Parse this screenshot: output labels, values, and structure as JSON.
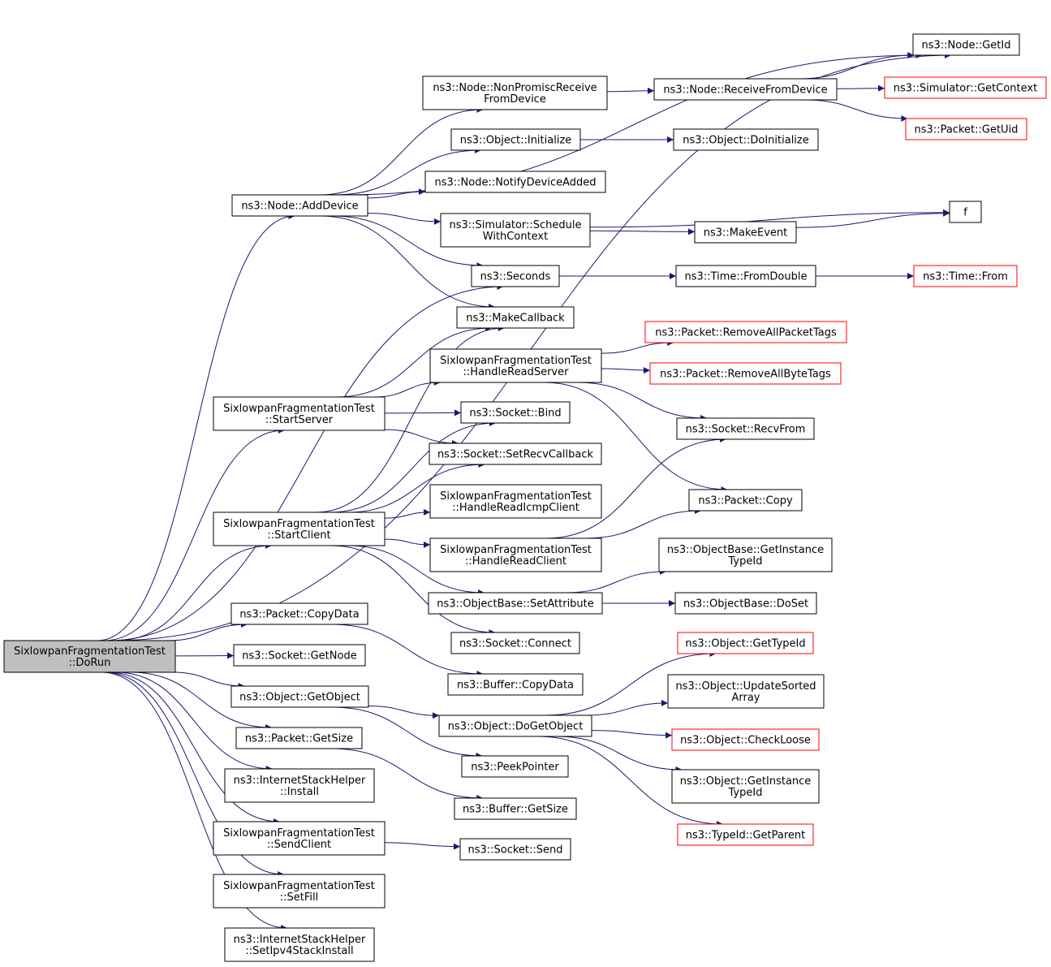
{
  "colors": {
    "edge": "#191970",
    "root_fill": "#bfbfbf",
    "box_border": "#000000",
    "truncated_border": "#ff0000",
    "box_fill": "#ffffff",
    "text": "#000000"
  },
  "nodes": {
    "doRun": {
      "lines": [
        "SixlowpanFragmentationTest",
        "::DoRun"
      ],
      "kind": "root"
    },
    "addDevice": {
      "lines": [
        "ns3::Node::AddDevice"
      ],
      "kind": "normal"
    },
    "getId": {
      "lines": [
        "ns3::Node::GetId"
      ],
      "kind": "normal"
    },
    "nonPromisc": {
      "lines": [
        "ns3::Node::NonPromiscReceive",
        "FromDevice"
      ],
      "kind": "normal"
    },
    "receiveFromDevice": {
      "lines": [
        "ns3::Node::ReceiveFromDevice"
      ],
      "kind": "normal"
    },
    "getContext": {
      "lines": [
        "ns3::Simulator::GetContext"
      ],
      "kind": "truncated"
    },
    "getUid": {
      "lines": [
        "ns3::Packet::GetUid"
      ],
      "kind": "truncated"
    },
    "objInitialize": {
      "lines": [
        "ns3::Object::Initialize"
      ],
      "kind": "normal"
    },
    "objDoInitialize": {
      "lines": [
        "ns3::Object::DoInitialize"
      ],
      "kind": "normal"
    },
    "notifyDeviceAdded": {
      "lines": [
        "ns3::Node::NotifyDeviceAdded"
      ],
      "kind": "normal"
    },
    "scheduleWithContext": {
      "lines": [
        "ns3::Simulator::Schedule",
        "WithContext"
      ],
      "kind": "normal"
    },
    "f": {
      "lines": [
        "f"
      ],
      "kind": "normal"
    },
    "makeEvent": {
      "lines": [
        "ns3::MakeEvent"
      ],
      "kind": "normal"
    },
    "seconds": {
      "lines": [
        "ns3::Seconds"
      ],
      "kind": "normal"
    },
    "fromDouble": {
      "lines": [
        "ns3::Time::FromDouble"
      ],
      "kind": "normal"
    },
    "timeFrom": {
      "lines": [
        "ns3::Time::From"
      ],
      "kind": "truncated"
    },
    "makeCallback": {
      "lines": [
        "ns3::MakeCallback"
      ],
      "kind": "normal"
    },
    "removeAllPacketTags": {
      "lines": [
        "ns3::Packet::RemoveAllPacketTags"
      ],
      "kind": "truncated"
    },
    "handleReadServer": {
      "lines": [
        "SixlowpanFragmentationTest",
        "::HandleReadServer"
      ],
      "kind": "normal"
    },
    "removeAllByteTags": {
      "lines": [
        "ns3::Packet::RemoveAllByteTags"
      ],
      "kind": "truncated"
    },
    "startServer": {
      "lines": [
        "SixlowpanFragmentationTest",
        "::StartServer"
      ],
      "kind": "normal"
    },
    "socketBind": {
      "lines": [
        "ns3::Socket::Bind"
      ],
      "kind": "normal"
    },
    "recvFrom": {
      "lines": [
        "ns3::Socket::RecvFrom"
      ],
      "kind": "normal"
    },
    "setRecvCallback": {
      "lines": [
        "ns3::Socket::SetRecvCallback"
      ],
      "kind": "normal"
    },
    "handleReadIcmpClient": {
      "lines": [
        "SixlowpanFragmentationTest",
        "::HandleReadIcmpClient"
      ],
      "kind": "normal"
    },
    "packetCopy": {
      "lines": [
        "ns3::Packet::Copy"
      ],
      "kind": "normal"
    },
    "startClient": {
      "lines": [
        "SixlowpanFragmentationTest",
        "::StartClient"
      ],
      "kind": "normal"
    },
    "handleReadClient": {
      "lines": [
        "SixlowpanFragmentationTest",
        "::HandleReadClient"
      ],
      "kind": "normal"
    },
    "objBaseGetInstanceTypeId": {
      "lines": [
        "ns3::ObjectBase::GetInstance",
        "TypeId"
      ],
      "kind": "normal"
    },
    "setAttribute": {
      "lines": [
        "ns3::ObjectBase::SetAttribute"
      ],
      "kind": "normal"
    },
    "doSet": {
      "lines": [
        "ns3::ObjectBase::DoSet"
      ],
      "kind": "normal"
    },
    "packetCopyData": {
      "lines": [
        "ns3::Packet::CopyData"
      ],
      "kind": "normal"
    },
    "socketConnect": {
      "lines": [
        "ns3::Socket::Connect"
      ],
      "kind": "normal"
    },
    "socketGetNode": {
      "lines": [
        "ns3::Socket::GetNode"
      ],
      "kind": "normal"
    },
    "objGetTypeId": {
      "lines": [
        "ns3::Object::GetTypeId"
      ],
      "kind": "truncated"
    },
    "bufferCopyData": {
      "lines": [
        "ns3::Buffer::CopyData"
      ],
      "kind": "normal"
    },
    "updateSortedArray": {
      "lines": [
        "ns3::Object::UpdateSorted",
        "Array"
      ],
      "kind": "normal"
    },
    "getObject": {
      "lines": [
        "ns3::Object::GetObject"
      ],
      "kind": "normal"
    },
    "doGetObject": {
      "lines": [
        "ns3::Object::DoGetObject"
      ],
      "kind": "normal"
    },
    "packetGetSize": {
      "lines": [
        "ns3::Packet::GetSize"
      ],
      "kind": "normal"
    },
    "checkLoose": {
      "lines": [
        "ns3::Object::CheckLoose"
      ],
      "kind": "truncated"
    },
    "peekPointer": {
      "lines": [
        "ns3::PeekPointer"
      ],
      "kind": "normal"
    },
    "objGetInstanceTypeId": {
      "lines": [
        "ns3::Object::GetInstance",
        "TypeId"
      ],
      "kind": "normal"
    },
    "install": {
      "lines": [
        "ns3::InternetStackHelper",
        "::Install"
      ],
      "kind": "normal"
    },
    "bufferGetSize": {
      "lines": [
        "ns3::Buffer::GetSize"
      ],
      "kind": "normal"
    },
    "getParent": {
      "lines": [
        "ns3::TypeId::GetParent"
      ],
      "kind": "truncated"
    },
    "sendClient": {
      "lines": [
        "SixlowpanFragmentationTest",
        "::SendClient"
      ],
      "kind": "normal"
    },
    "socketSend": {
      "lines": [
        "ns3::Socket::Send"
      ],
      "kind": "normal"
    },
    "setFill": {
      "lines": [
        "SixlowpanFragmentationTest",
        "::SetFill"
      ],
      "kind": "normal"
    },
    "setIpv4StackInstall": {
      "lines": [
        "ns3::InternetStackHelper",
        "::SetIpv4StackInstall"
      ],
      "kind": "normal"
    }
  },
  "edges": [
    [
      "doRun",
      "addDevice"
    ],
    [
      "doRun",
      "getId"
    ],
    [
      "doRun",
      "seconds"
    ],
    [
      "doRun",
      "startServer"
    ],
    [
      "doRun",
      "startClient"
    ],
    [
      "doRun",
      "packetCopyData"
    ],
    [
      "doRun",
      "socketGetNode"
    ],
    [
      "doRun",
      "getObject"
    ],
    [
      "doRun",
      "packetGetSize"
    ],
    [
      "doRun",
      "install"
    ],
    [
      "doRun",
      "sendClient"
    ],
    [
      "doRun",
      "setFill"
    ],
    [
      "doRun",
      "setIpv4StackInstall"
    ],
    [
      "addDevice",
      "getId"
    ],
    [
      "addDevice",
      "nonPromisc"
    ],
    [
      "addDevice",
      "objInitialize"
    ],
    [
      "addDevice",
      "notifyDeviceAdded"
    ],
    [
      "addDevice",
      "scheduleWithContext"
    ],
    [
      "addDevice",
      "seconds"
    ],
    [
      "addDevice",
      "makeCallback"
    ],
    [
      "nonPromisc",
      "receiveFromDevice"
    ],
    [
      "receiveFromDevice",
      "getId"
    ],
    [
      "receiveFromDevice",
      "getContext"
    ],
    [
      "receiveFromDevice",
      "getUid"
    ],
    [
      "objInitialize",
      "objDoInitialize"
    ],
    [
      "scheduleWithContext",
      "f"
    ],
    [
      "scheduleWithContext",
      "makeEvent"
    ],
    [
      "makeEvent",
      "f"
    ],
    [
      "seconds",
      "fromDouble"
    ],
    [
      "fromDouble",
      "timeFrom"
    ],
    [
      "startServer",
      "makeCallback"
    ],
    [
      "startServer",
      "handleReadServer"
    ],
    [
      "startServer",
      "socketBind"
    ],
    [
      "startServer",
      "setRecvCallback"
    ],
    [
      "handleReadServer",
      "removeAllPacketTags"
    ],
    [
      "handleReadServer",
      "removeAllByteTags"
    ],
    [
      "handleReadServer",
      "recvFrom"
    ],
    [
      "handleReadServer",
      "packetCopy"
    ],
    [
      "startClient",
      "makeCallback"
    ],
    [
      "startClient",
      "socketBind"
    ],
    [
      "startClient",
      "setRecvCallback"
    ],
    [
      "startClient",
      "handleReadIcmpClient"
    ],
    [
      "startClient",
      "handleReadClient"
    ],
    [
      "startClient",
      "setAttribute"
    ],
    [
      "startClient",
      "socketConnect"
    ],
    [
      "handleReadClient",
      "recvFrom"
    ],
    [
      "handleReadClient",
      "packetCopy"
    ],
    [
      "setAttribute",
      "objBaseGetInstanceTypeId"
    ],
    [
      "setAttribute",
      "doSet"
    ],
    [
      "packetCopyData",
      "bufferCopyData"
    ],
    [
      "getObject",
      "doGetObject"
    ],
    [
      "getObject",
      "peekPointer"
    ],
    [
      "doGetObject",
      "objGetTypeId"
    ],
    [
      "doGetObject",
      "updateSortedArray"
    ],
    [
      "doGetObject",
      "checkLoose"
    ],
    [
      "doGetObject",
      "objGetInstanceTypeId"
    ],
    [
      "doGetObject",
      "getParent"
    ],
    [
      "packetGetSize",
      "bufferGetSize"
    ],
    [
      "sendClient",
      "socketSend"
    ]
  ]
}
